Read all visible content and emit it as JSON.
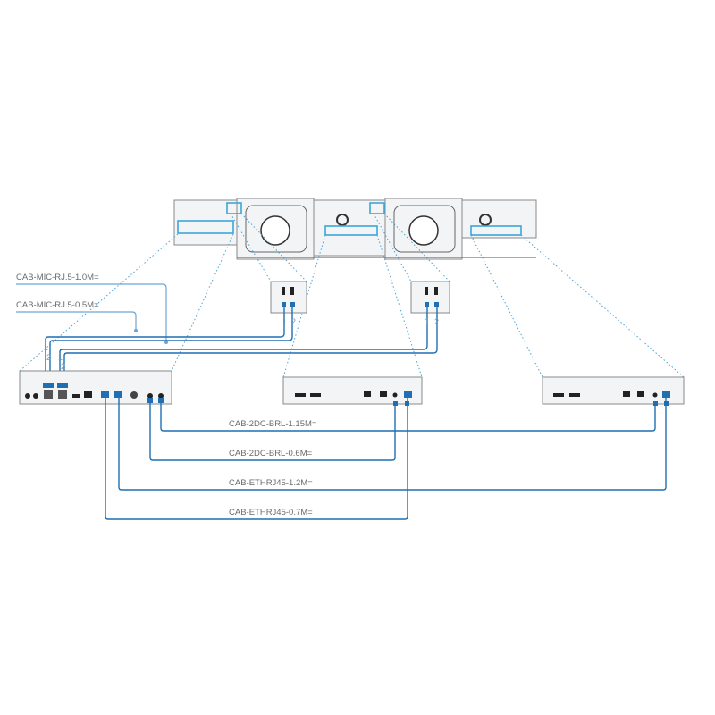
{
  "cables": {
    "mic_1_0": "CAB-MIC-RJ.5-1.0M=",
    "mic_0_5": "CAB-MIC-RJ.5-0.5M=",
    "dc_1_15": "CAB-2DC-BRL-1.15M=",
    "dc_0_6": "CAB-2DC-BRL-0.6M=",
    "eth_1_2": "CAB-ETHRJ45-1.2M=",
    "eth_0_7": "CAB-ETHRJ45-0.7M="
  },
  "port_numbers": {
    "one": "1",
    "two": "2"
  },
  "colors": {
    "cable": "#1f6fb2",
    "callout": "#3ba6d9"
  }
}
